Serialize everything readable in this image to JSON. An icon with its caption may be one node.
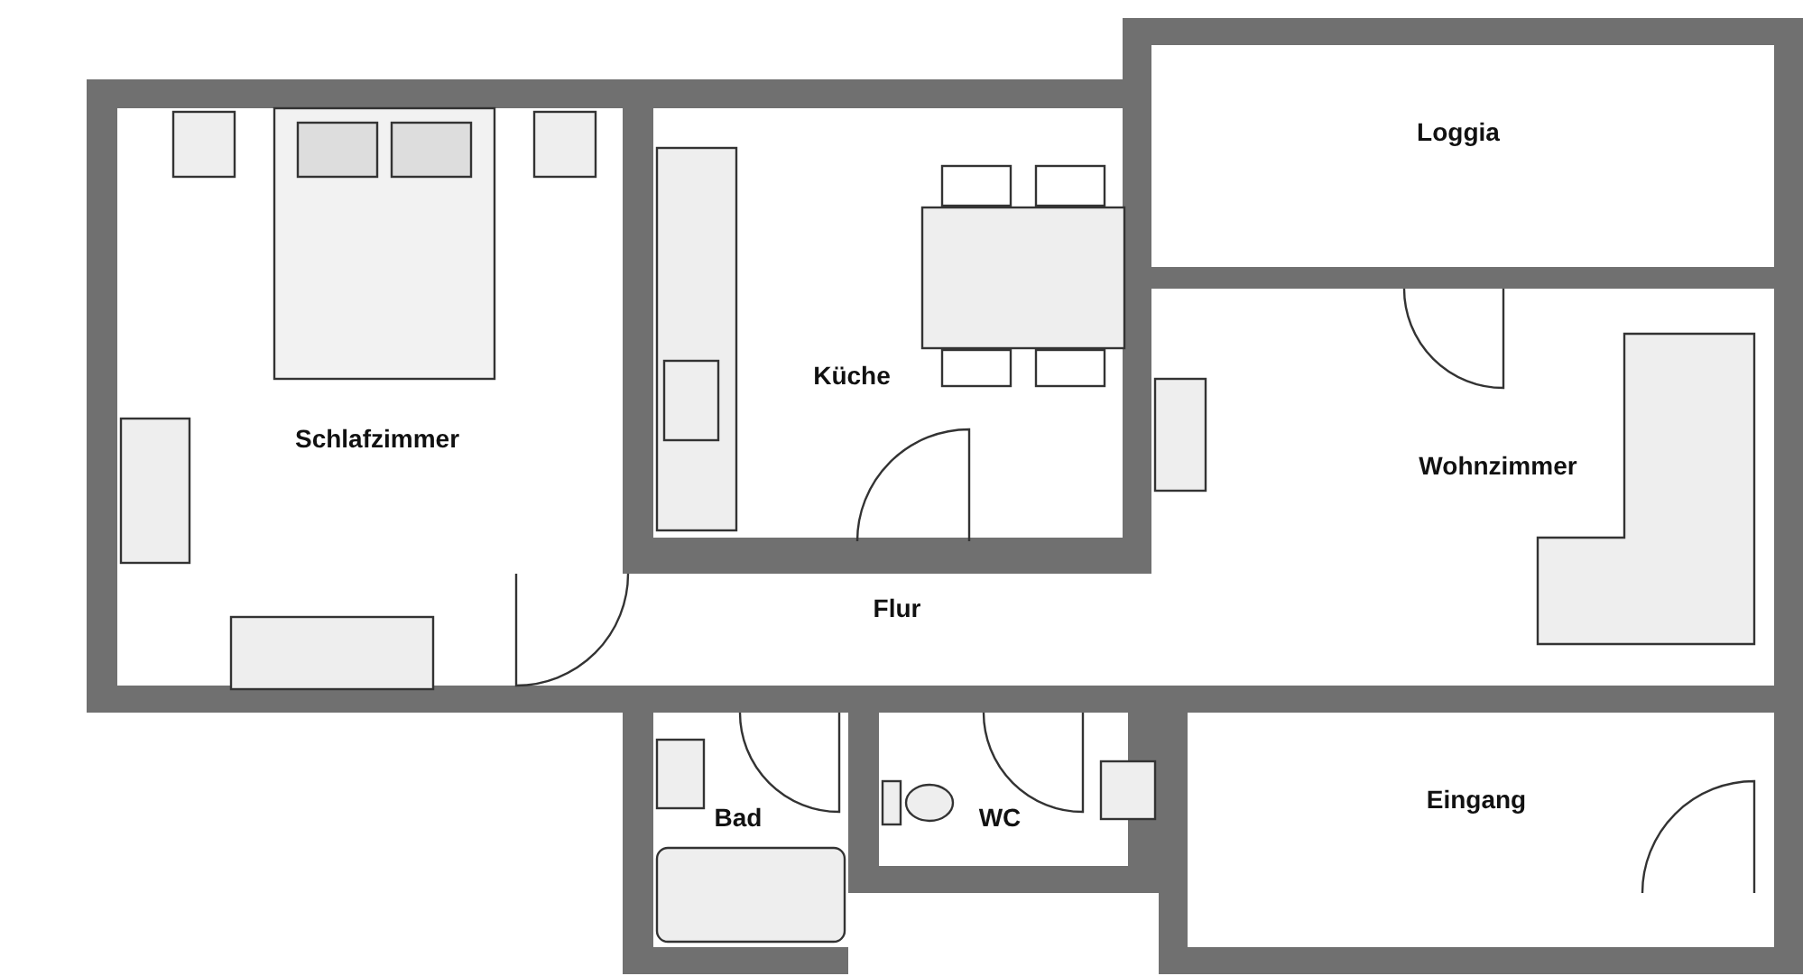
{
  "diagram": {
    "nodes": [
      {
        "text": [
          "Schlafzimmer"
        ]
      },
      {
        "text": [
          "Küche"
        ]
      },
      {
        "text": [
          "Loggia"
        ]
      },
      {
        "text": [
          "Wohnzimmer"
        ]
      },
      {
        "text": [
          "Flur"
        ]
      },
      {
        "text": [
          "Bad"
        ]
      },
      {
        "text": [
          "WC"
        ]
      },
      {
        "text": [
          "Eingang"
        ]
      }
    ]
  }
}
